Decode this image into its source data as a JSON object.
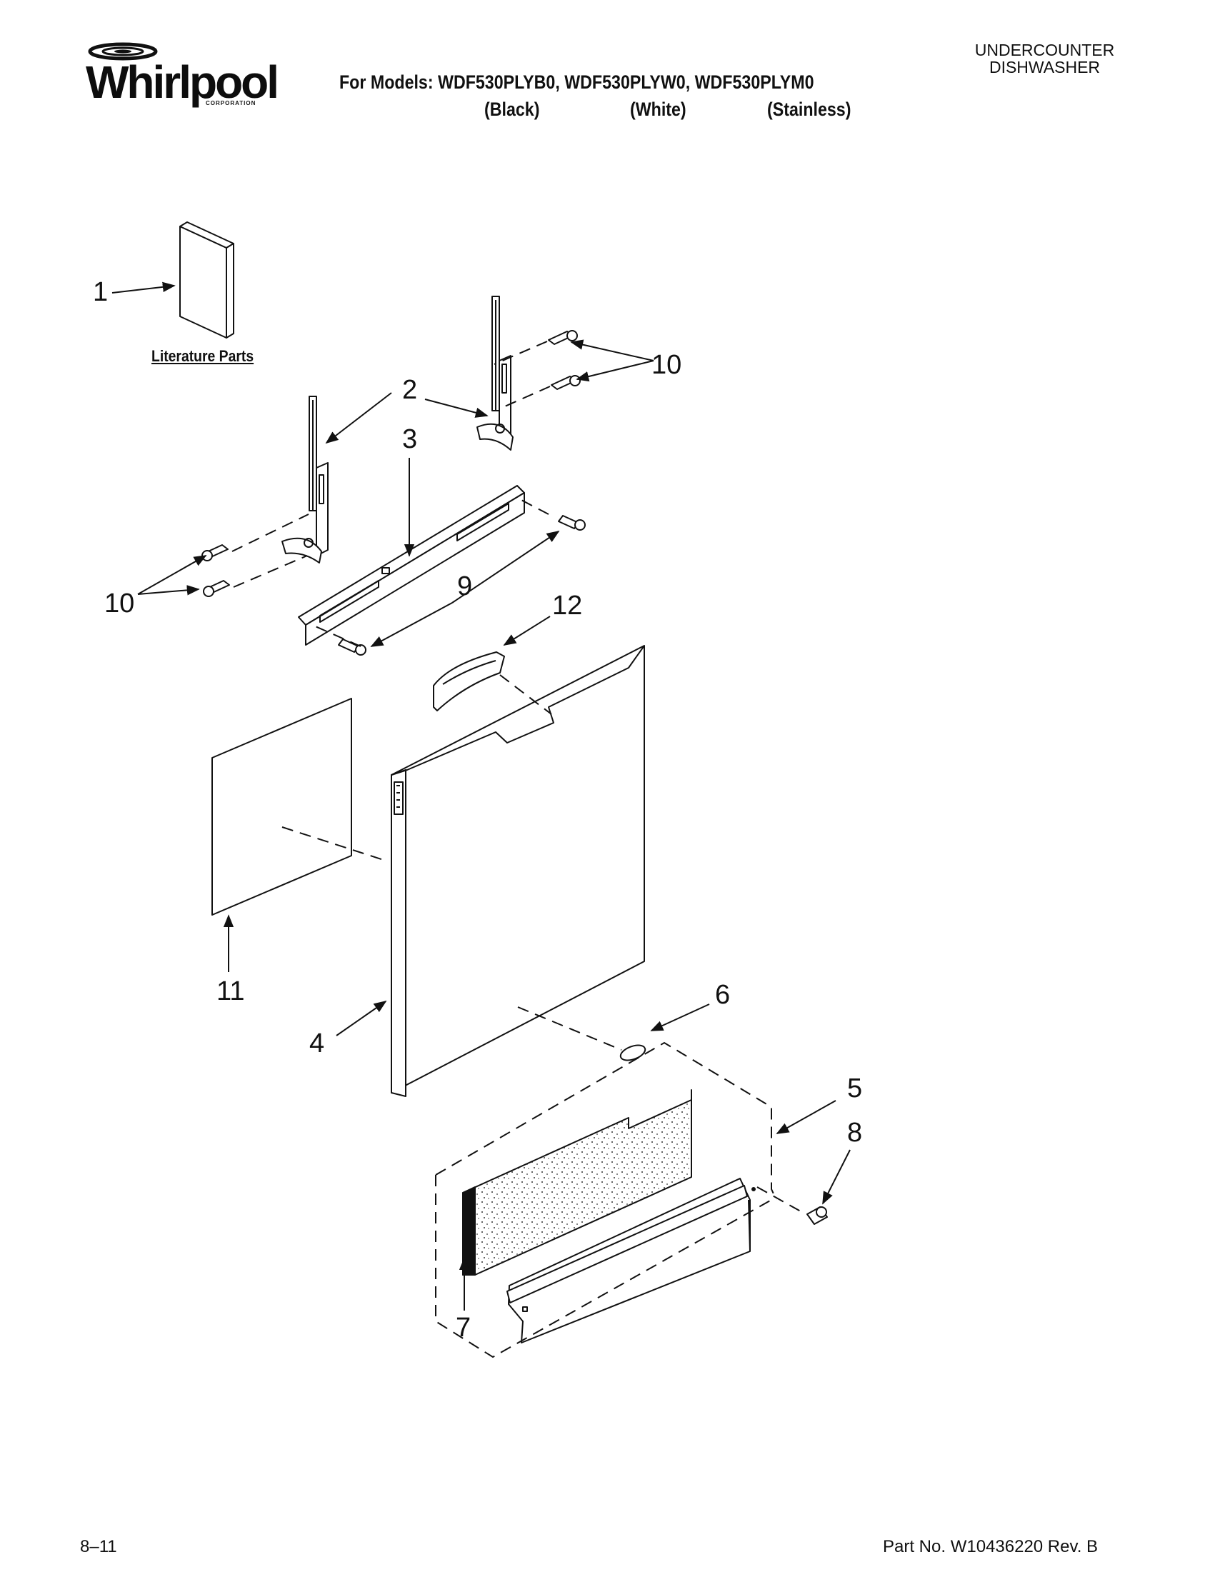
{
  "header": {
    "brand": "Whirlpool",
    "brand_sub": "CORPORATION",
    "models_line": "For Models: WDF530PLYB0, WDF530PLYW0, WDF530PLYM0",
    "variants": [
      "(Black)",
      "(White)",
      "(Stainless)"
    ],
    "category_line1": "UNDERCOUNTER",
    "category_line2": "DISHWASHER"
  },
  "diagram": {
    "literature_label": "Literature Parts",
    "callouts": [
      "1",
      "2",
      "3",
      "4",
      "5",
      "6",
      "7",
      "8",
      "9",
      "10",
      "10",
      "11",
      "12"
    ]
  },
  "footer": {
    "date": "8–11",
    "part_no": "Part No. W10436220 Rev. B"
  }
}
